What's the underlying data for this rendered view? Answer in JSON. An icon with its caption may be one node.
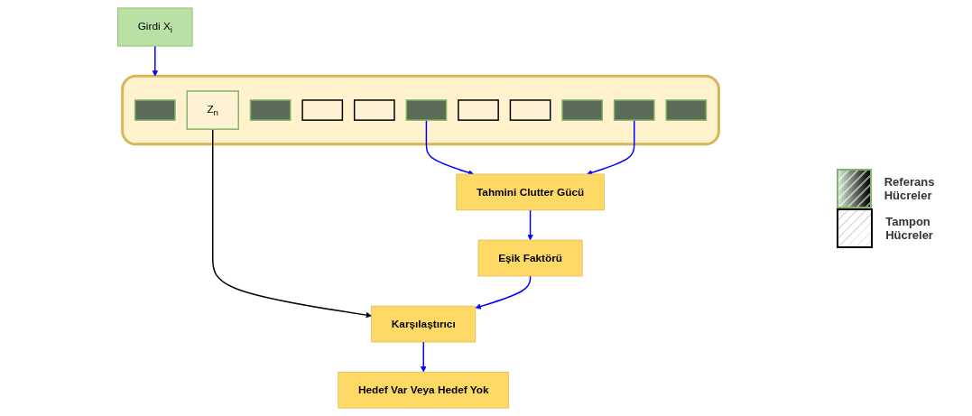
{
  "diagram": {
    "nodes": [
      {
        "text": [
          "Girdi X$_{i}$"
        ]
      },
      {
        "text": [],
        "shape": "box"
      },
      {
        "text": [],
        "shape": "box",
        "in": 1
      },
      {
        "text": [],
        "shape": "box",
        "in": 1
      },
      {
        "text": [],
        "shape": "box",
        "in": 1
      },
      {
        "text": [],
        "shape": "box",
        "in": 1
      },
      {
        "text": [],
        "shape": "box",
        "in": 1
      },
      {
        "text": [
          "Z$_{n}$"
        ],
        "in": 1
      },
      {
        "text": [],
        "shape": "box",
        "in": 1
      },
      {
        "text": [],
        "shape": "box",
        "in": 1
      },
      {
        "text": [],
        "shape": "box",
        "in": 1
      },
      {
        "text": [],
        "shape": "box",
        "in": 1
      },
      {
        "text": [],
        "shape": "box",
        "in": 1
      },
      {
        "text": [
          "Tahmini Clutter Gücü"
        ]
      },
      {
        "text": [
          "Eşik Faktörü"
        ]
      },
      {
        "text": [
          "Karşılaştırıcı"
        ]
      },
      {
        "text": [
          "Hedef Var Veya Hedef Yok"
        ]
      }
    ],
    "edges": [
      {
        "from": 0,
        "to": 1,
        "arrow": "to"
      },
      {
        "from": 3,
        "to": 13,
        "arrow": "to"
      },
      {
        "from": 11,
        "to": 13,
        "arrow": "to"
      },
      {
        "from": 7,
        "to": 15,
        "arrow": "to",
        "color": "#000000"
      },
      {
        "from": 13,
        "to": 14,
        "arrow": "to"
      },
      {
        "from": 14,
        "to": 15,
        "arrow": "to"
      },
      {
        "from": 15,
        "to": 16,
        "arrow": "to"
      }
    ],
    "legend": [
      {
        "text": "Referans Hücreler"
      },
      {
        "text": "Tampon Hücreler"
      }
    ]
  }
}
